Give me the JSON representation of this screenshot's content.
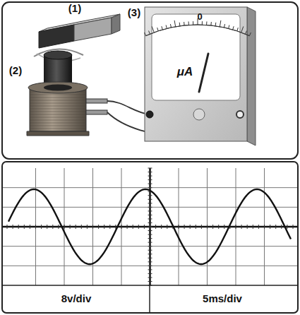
{
  "diagram": {
    "labels": [
      "(1)",
      "(2)",
      "(3)",
      "0",
      "μA",
      "8v/div",
      "5ms/div"
    ]
  }
}
